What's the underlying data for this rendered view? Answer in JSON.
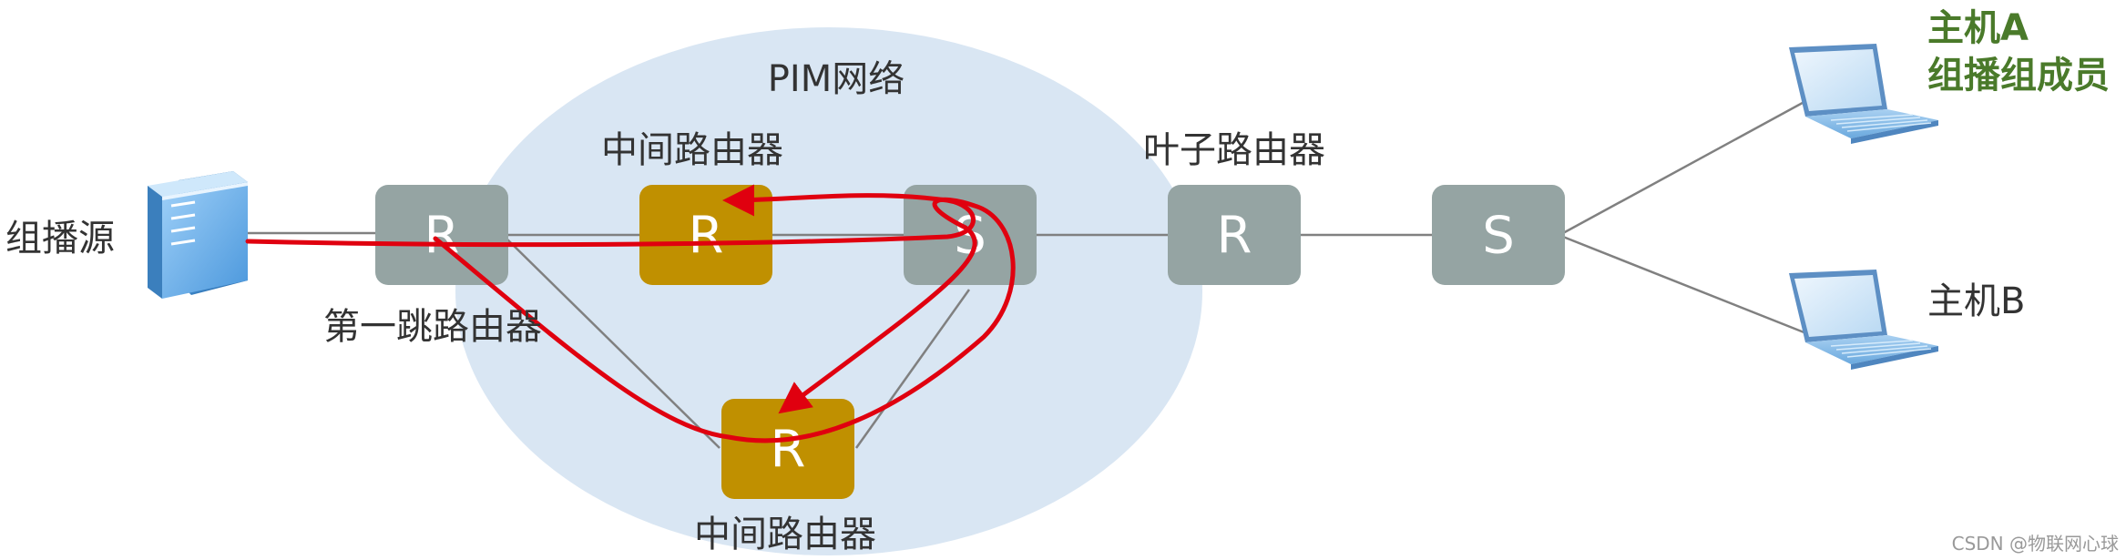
{
  "network_label": "PIM网络",
  "labels": {
    "source": "组播源",
    "first_hop": "第一跳路由器",
    "middle_top": "中间路由器",
    "middle_bottom": "中间路由器",
    "leaf": "叶子路由器",
    "host_a_line1": "主机A",
    "host_a_line2": "组播组成员",
    "host_b": "主机B",
    "watermark": "CSDN @物联网心球"
  },
  "nodes": {
    "first_hop": {
      "letter": "R"
    },
    "middle_top": {
      "letter": "R"
    },
    "switch_mid": {
      "letter": "S"
    },
    "leaf": {
      "letter": "R"
    },
    "switch_right": {
      "letter": "S"
    },
    "middle_bottom": {
      "letter": "R"
    }
  },
  "colors": {
    "cloud": "#d9e6f3",
    "gray_node": "#95a4a3",
    "gold_node": "#c09000",
    "path": "#e0000f",
    "link": "#808080",
    "host_a_text": "#4a7a2a",
    "text": "#333333",
    "watermark": "#999999"
  },
  "icons": {
    "source": "server-icon",
    "host_a": "laptop-icon",
    "host_b": "laptop-icon"
  }
}
